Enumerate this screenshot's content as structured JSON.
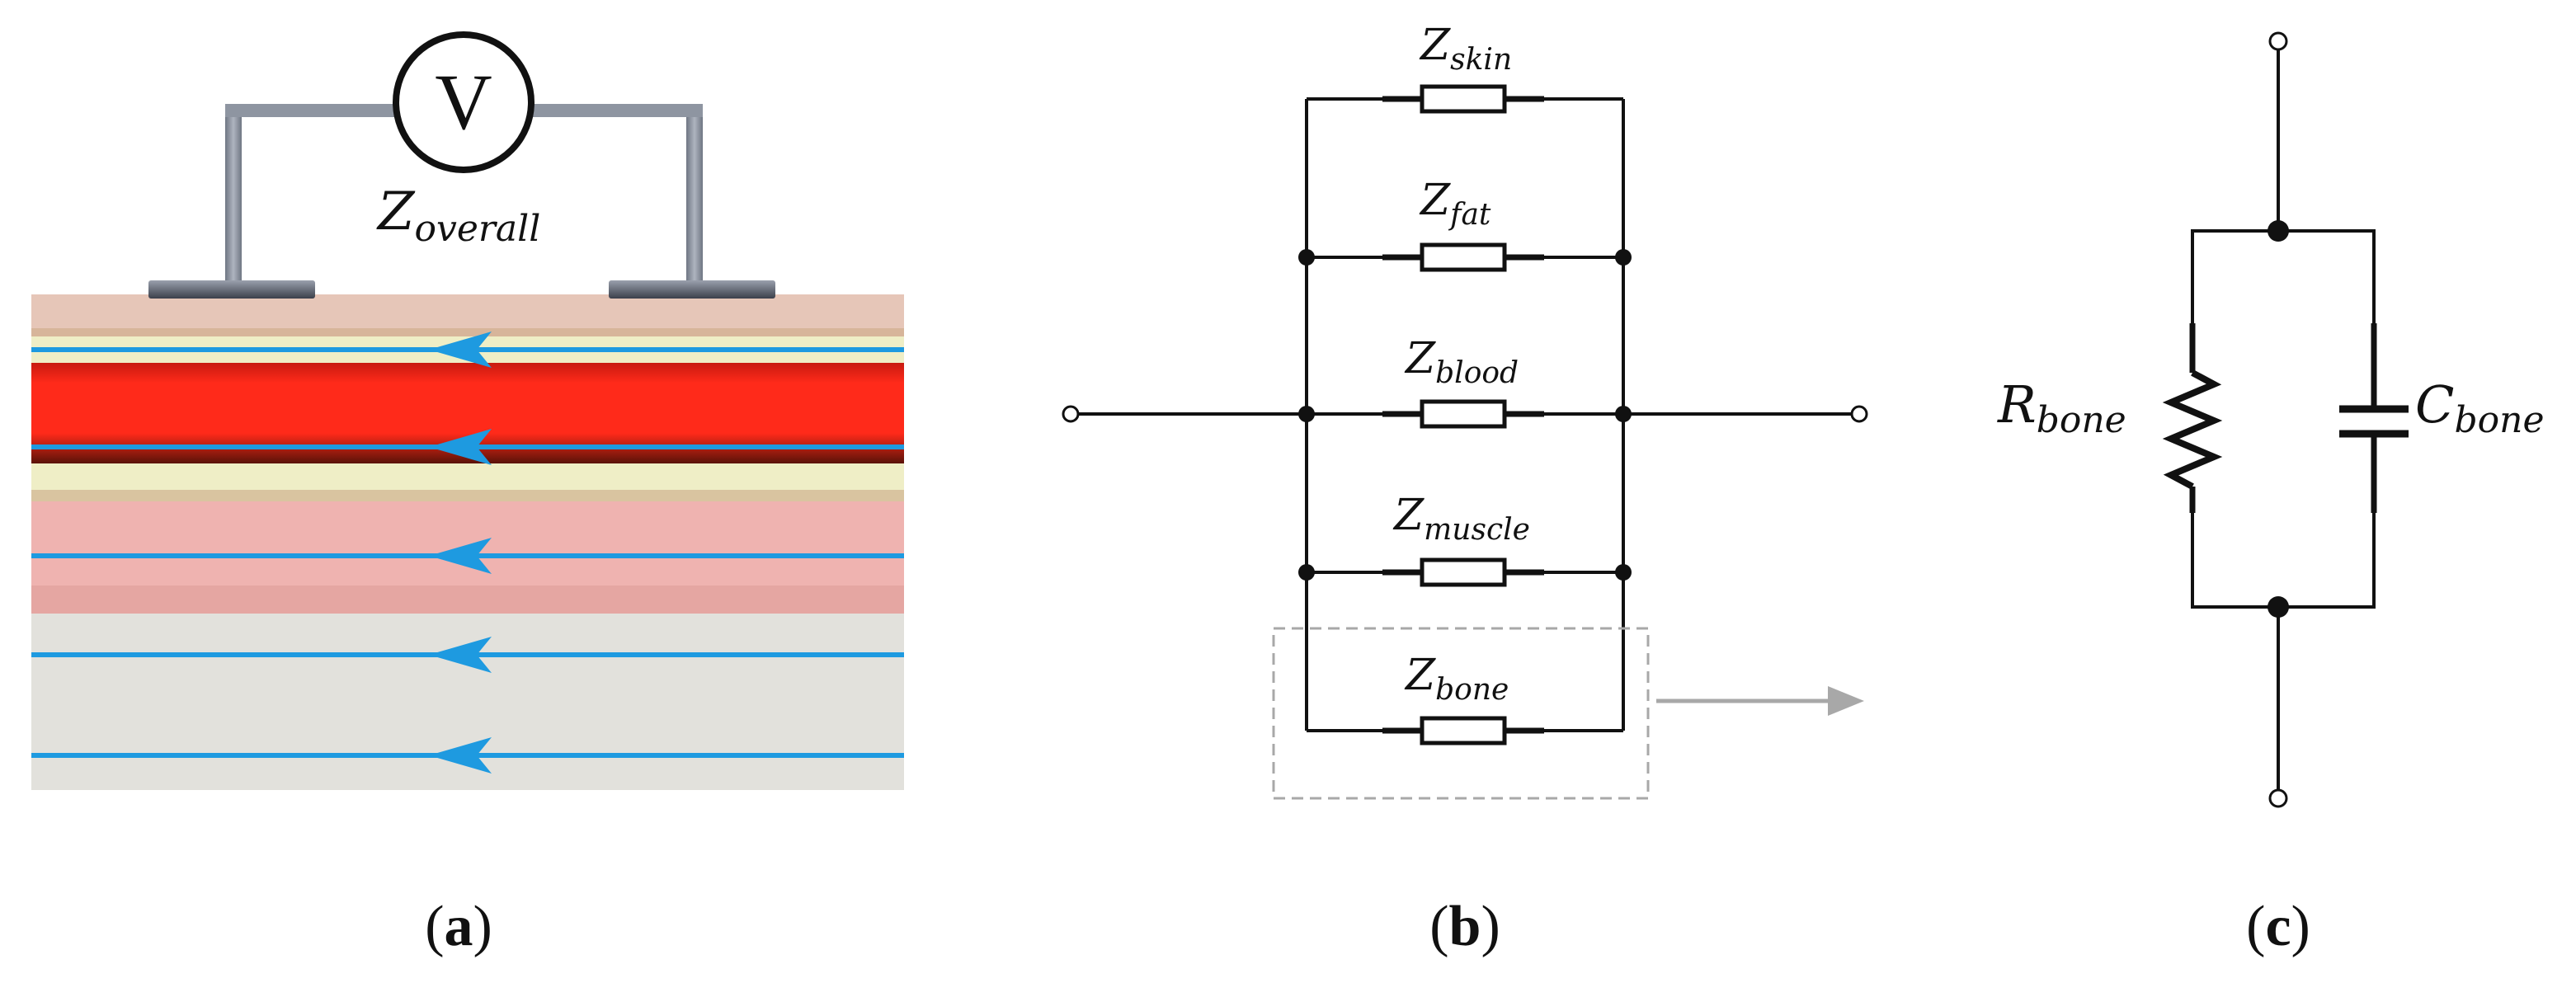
{
  "panel_a": {
    "voltmeter_symbol": "V",
    "overall_label": {
      "main": "Z",
      "sub": "overall"
    },
    "caption": {
      "open": "(",
      "letter": "a",
      "close": ")"
    },
    "colors": {
      "skin": "#e6c6b8",
      "fat": "#efeec6",
      "blood": "#ff2a1a",
      "muscle": "#efb3b0",
      "bone": "#e2e1dc",
      "current_arrow": "#1e9ae0",
      "electrode": "#5d6170",
      "wire": "#8e95a1"
    }
  },
  "panel_b": {
    "branches": [
      {
        "main": "Z",
        "sub": "skin"
      },
      {
        "main": "Z",
        "sub": "fat"
      },
      {
        "main": "Z",
        "sub": "blood"
      },
      {
        "main": "Z",
        "sub": "muscle"
      },
      {
        "main": "Z",
        "sub": "bone"
      }
    ],
    "caption": {
      "open": "(",
      "letter": "b",
      "close": ")"
    }
  },
  "panel_c": {
    "resistor_label": {
      "main": "R",
      "sub": "bone"
    },
    "capacitor_label": {
      "main": "C",
      "sub": "bone"
    },
    "caption": {
      "open": "(",
      "letter": "c",
      "close": ")"
    }
  }
}
